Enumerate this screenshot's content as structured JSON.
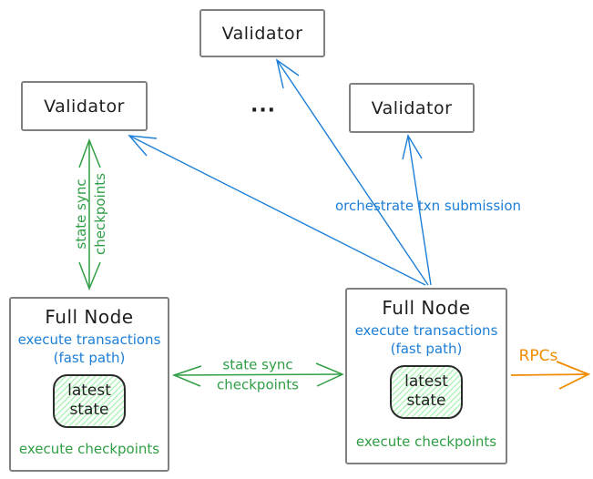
{
  "colors": {
    "text": "#1e1e1e",
    "box_border": "#808080",
    "green": "#2f9e44",
    "blue": "#1c7ed6",
    "orange": "#f08c00",
    "state_fill": "#b2f2bb"
  },
  "validators": {
    "top": {
      "label": "Validator"
    },
    "left": {
      "label": "Validator"
    },
    "right": {
      "label": "Validator"
    }
  },
  "ellipsis": "...",
  "full_nodes": {
    "left": {
      "title": "Full Node",
      "exec1": "execute transactions",
      "exec2": "(fast path)",
      "state1": "latest",
      "state2": "state",
      "footer": "execute checkpoints"
    },
    "right": {
      "title": "Full Node",
      "exec1": "execute transactions",
      "exec2": "(fast path)",
      "state1": "latest",
      "state2": "state",
      "footer": "execute checkpoints"
    }
  },
  "edges": {
    "validator_fullnode_sync": {
      "line1": "state sync",
      "line2": "checkpoints"
    },
    "fullnode_fullnode_sync": {
      "line1": "state sync",
      "line2": "checkpoints"
    },
    "orchestrate": {
      "label": "orchestrate txn submission"
    },
    "rpcs": {
      "label": "RPCs"
    }
  }
}
